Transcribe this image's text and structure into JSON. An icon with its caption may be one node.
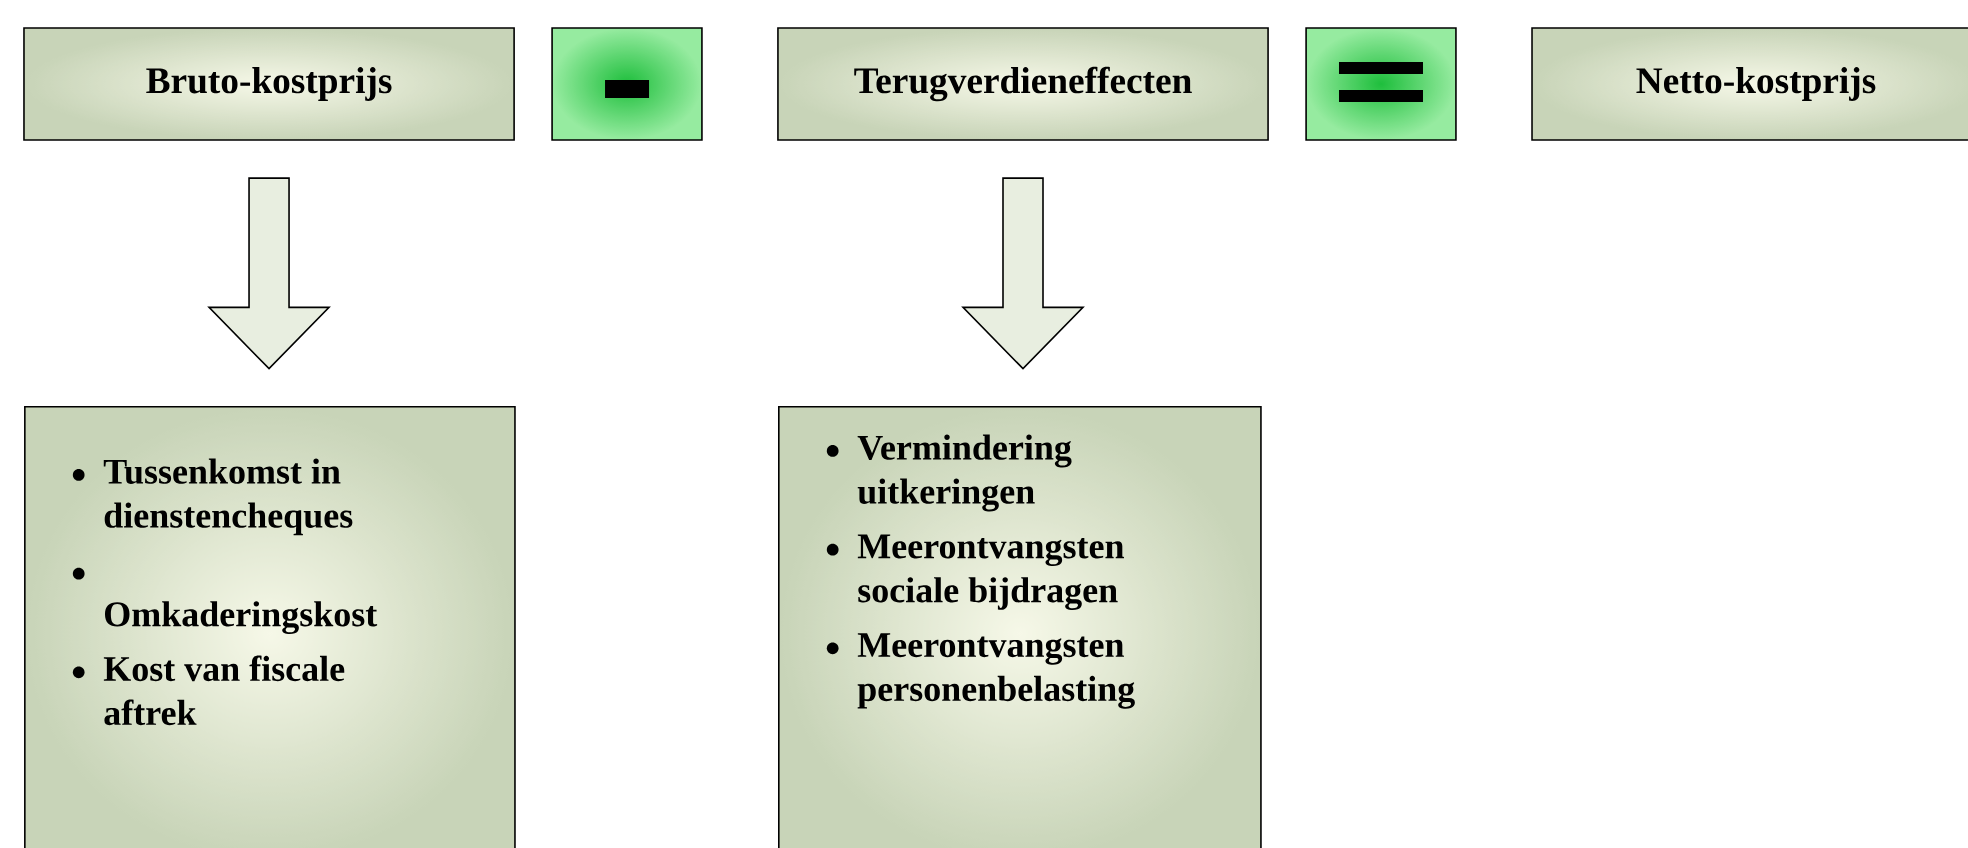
{
  "diagram": {
    "nodes": [
      {
        "text": [
          "Bruto-kostprijs"
        ]
      },
      {
        "text": [],
        "shape": "box"
      },
      {
        "text": [
          "Terugverdieneffecten"
        ]
      },
      {
        "text": [],
        "shape": "box"
      },
      {
        "text": [
          "Netto-kostprijs"
        ]
      },
      {
        "text": [
          "Tussenkomst in dienstencheques",
          "Omkaderingskost",
          "Kost van fiscale aftrek"
        ]
      },
      {
        "text": [
          "Vermindering uitkeringen",
          "Meerontvangsten sociale bijdragen",
          "Meerontvangsten personenbelasting"
        ]
      }
    ],
    "edges": [
      {
        "from": 0,
        "to": 5,
        "arrow": "to"
      },
      {
        "from": 2,
        "to": 6,
        "arrow": "to"
      }
    ]
  }
}
